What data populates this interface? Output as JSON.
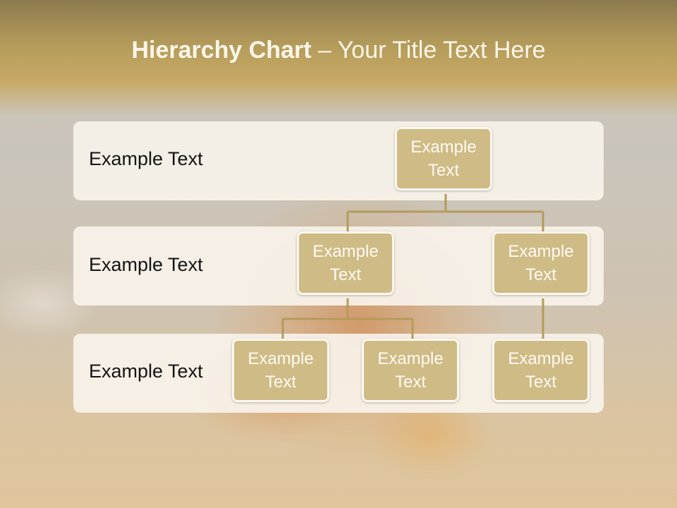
{
  "slide": {
    "title_bold": "Hierarchy Chart",
    "title_rest": " – Your Title Text Here"
  },
  "levels": [
    {
      "label": "Example Text"
    },
    {
      "label": "Example Text"
    },
    {
      "label": "Example Text"
    }
  ],
  "nodes": {
    "root": "Example Text",
    "left": "Example Text",
    "right": "Example Text",
    "left_child_1": "Example Text",
    "left_child_2": "Example Text",
    "right_child": "Example Text"
  },
  "colors": {
    "node_fill": "#cfbb85",
    "node_border": "#fbf8f0",
    "connector": "#b59a5a",
    "band_fill": "#f7f2e9",
    "header": "#b59c5b"
  }
}
